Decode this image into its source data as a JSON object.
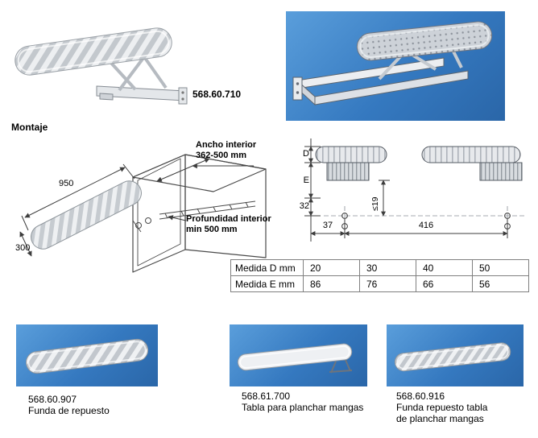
{
  "page": {
    "main_product_code": "568.60.710",
    "montaje_label": "Montaje"
  },
  "assembly": {
    "ancho_line1": "Ancho interior",
    "ancho_line2": "362-500 mm",
    "board_length": "950",
    "board_width": "300",
    "depth_line1": "Profundidad interior",
    "depth_line2": "min 500 mm"
  },
  "dims": {
    "d_label": "D",
    "e_label": "E",
    "offset_32": "32",
    "offset_19": "≤19",
    "offset_37": "37",
    "span_416": "416"
  },
  "table": {
    "rows": [
      {
        "label": "Medida D mm",
        "values": [
          "20",
          "30",
          "40",
          "50"
        ]
      },
      {
        "label": "Medida E mm",
        "values": [
          "86",
          "76",
          "66",
          "56"
        ]
      }
    ]
  },
  "accessories": [
    {
      "code": "568.60.907",
      "line1": "Funda de repuesto",
      "line2": ""
    },
    {
      "code": "568.61.700",
      "line1": "Tabla para planchar mangas",
      "line2": ""
    },
    {
      "code": "568.60.916",
      "line1": "Funda repuesto tabla",
      "line2": "de planchar mangas"
    }
  ]
}
